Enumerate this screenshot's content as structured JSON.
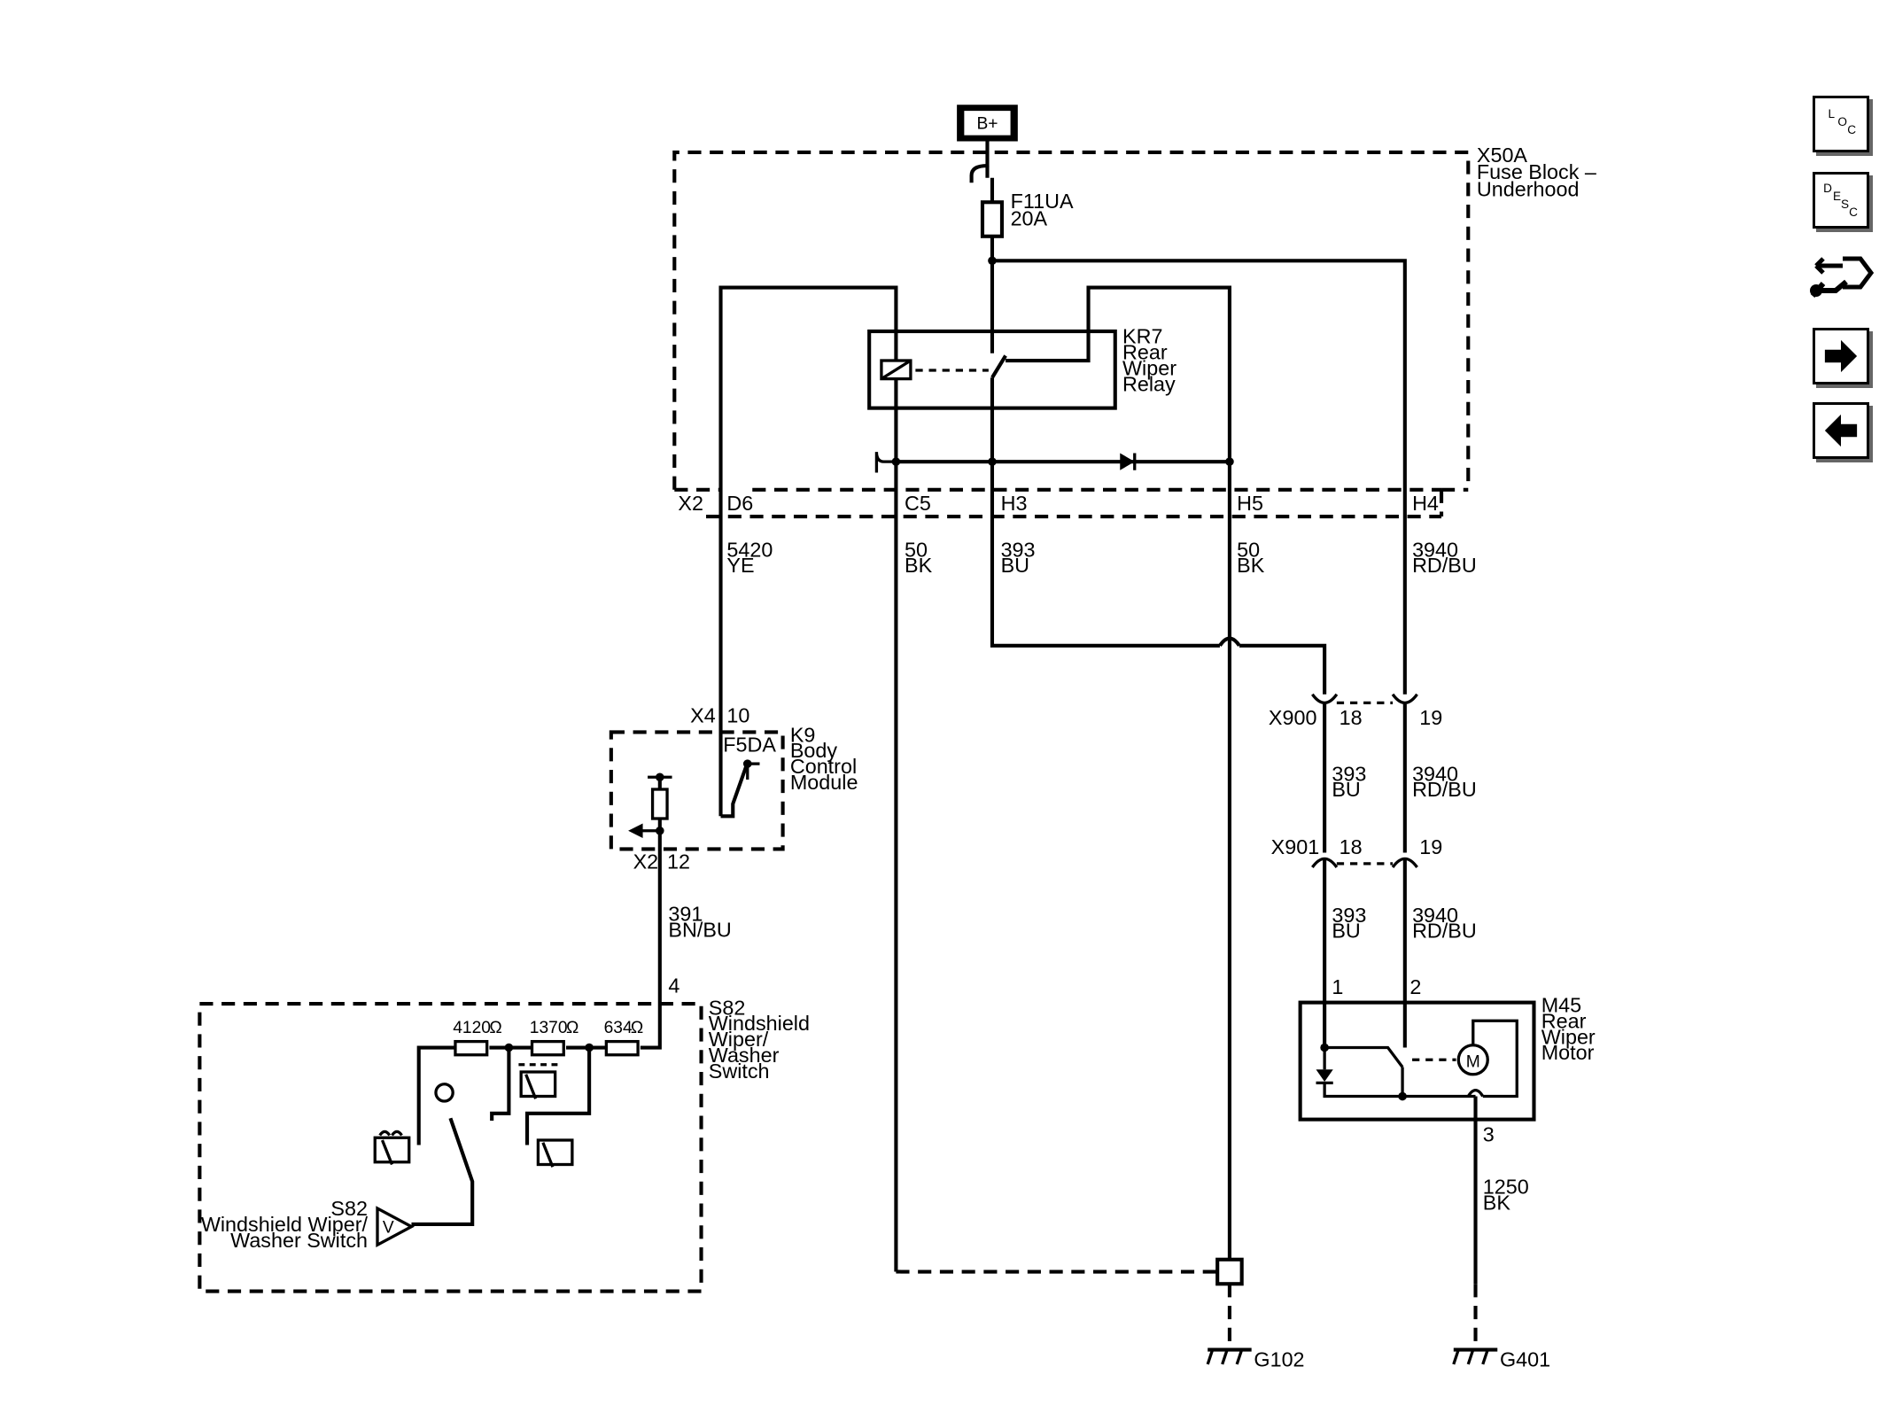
{
  "source": {
    "label": "B+"
  },
  "fuse_block": {
    "name": "X50A",
    "desc1": "Fuse Block –",
    "desc2": "Underhood"
  },
  "fuse": {
    "name": "F11UA",
    "rating": "20A"
  },
  "relay": {
    "name": "KR7",
    "desc1": "Rear",
    "desc2": "Wiper",
    "desc3": "Relay"
  },
  "fuse_connector": {
    "name": "X2",
    "pins": {
      "d6": "D6",
      "c5": "C5",
      "h3": "H3",
      "h5": "H5",
      "h4": "H4"
    }
  },
  "wires": {
    "w5420": {
      "circuit": "5420",
      "color": "YE"
    },
    "w50a": {
      "circuit": "50",
      "color": "BK"
    },
    "w393": {
      "circuit": "393",
      "color": "BU"
    },
    "w50b": {
      "circuit": "50",
      "color": "BK"
    },
    "w3940": {
      "circuit": "3940",
      "color": "RD/BU"
    },
    "w391": {
      "circuit": "391",
      "color": "BN/BU"
    },
    "w393b": {
      "circuit": "393",
      "color": "BU"
    },
    "w3940b": {
      "circuit": "3940",
      "color": "RD/BU"
    },
    "w393c": {
      "circuit": "393",
      "color": "BU"
    },
    "w3940c": {
      "circuit": "3940",
      "color": "RD/BU"
    },
    "w1250": {
      "circuit": "1250",
      "color": "BK"
    }
  },
  "bcm": {
    "name": "K9",
    "desc1": "Body",
    "desc2": "Control",
    "desc3": "Module",
    "output": "F5DA",
    "conn_top": "X4",
    "pin_top": "10",
    "conn_bot": "X2",
    "pin_bot": "12"
  },
  "switch": {
    "name": "S82",
    "desc1": "Windshield",
    "desc2": "Wiper/",
    "desc3": "Washer",
    "desc4": "Switch",
    "pin": "4",
    "r1": "4120",
    "r2": "1370",
    "r3": "634",
    "ohm": "Ω",
    "unit_name": "S82",
    "unit_desc1": "Windshield Wiper/",
    "unit_desc2": "Washer Switch",
    "unit_symbol": "V"
  },
  "inline1": {
    "name": "X900",
    "pin_a": "18",
    "pin_b": "19"
  },
  "inline2": {
    "name": "X901",
    "pin_a": "18",
    "pin_b": "19"
  },
  "motor": {
    "name": "M45",
    "desc1": "Rear",
    "desc2": "Wiper",
    "desc3": "Motor",
    "symbol": "M",
    "pin1": "1",
    "pin2": "2",
    "pin3": "3"
  },
  "grounds": {
    "g1": "G102",
    "g2": "G401"
  },
  "nav": {
    "loc": {
      "l1": "L",
      "l2": "O",
      "l3": "C"
    },
    "desc": {
      "l1": "D",
      "l2": "E",
      "l3": "S",
      "l4": "C"
    }
  }
}
